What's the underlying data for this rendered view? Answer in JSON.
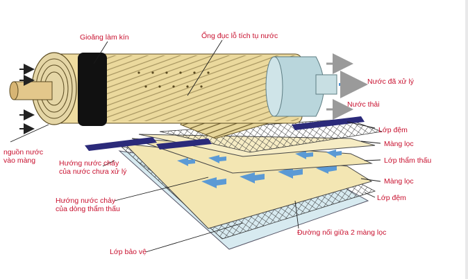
{
  "colors": {
    "label": "#c8102e",
    "leader": "#1a1a1a",
    "membrane": "#f3e6b3",
    "arrow_blue": "#5b9ad5",
    "tube_gray": "#b9d6dc",
    "seal": "#111111",
    "clamp": "#2b2a7a"
  },
  "labels": {
    "seal": "Gioăng làm kín",
    "perforated_tube": "Ống đục lỗ tích tụ nước",
    "treated_water": "Nước đã xử lý",
    "waste_water": "Nước thải",
    "feed_line1": "nguồn nước",
    "feed_line2": "vào màng",
    "spacer_top": "Lớp đệm",
    "membrane_top": "Màng lọc",
    "permeate_layer": "Lớp thẩm thấu",
    "untreated_flow_line1": "Hướng nước chảy",
    "untreated_flow_line2": "của nước chưa xử lý",
    "membrane_bottom": "Màng lọc",
    "spacer_bottom": "Lớp đệm",
    "permeate_flow_line1": "Hướng nước chảy",
    "permeate_flow_line2": "của dòng thẩm thấu",
    "glue_line": "Đường nối giữa 2 màng lọc",
    "protective_layer": "Lớp bảo vệ"
  }
}
